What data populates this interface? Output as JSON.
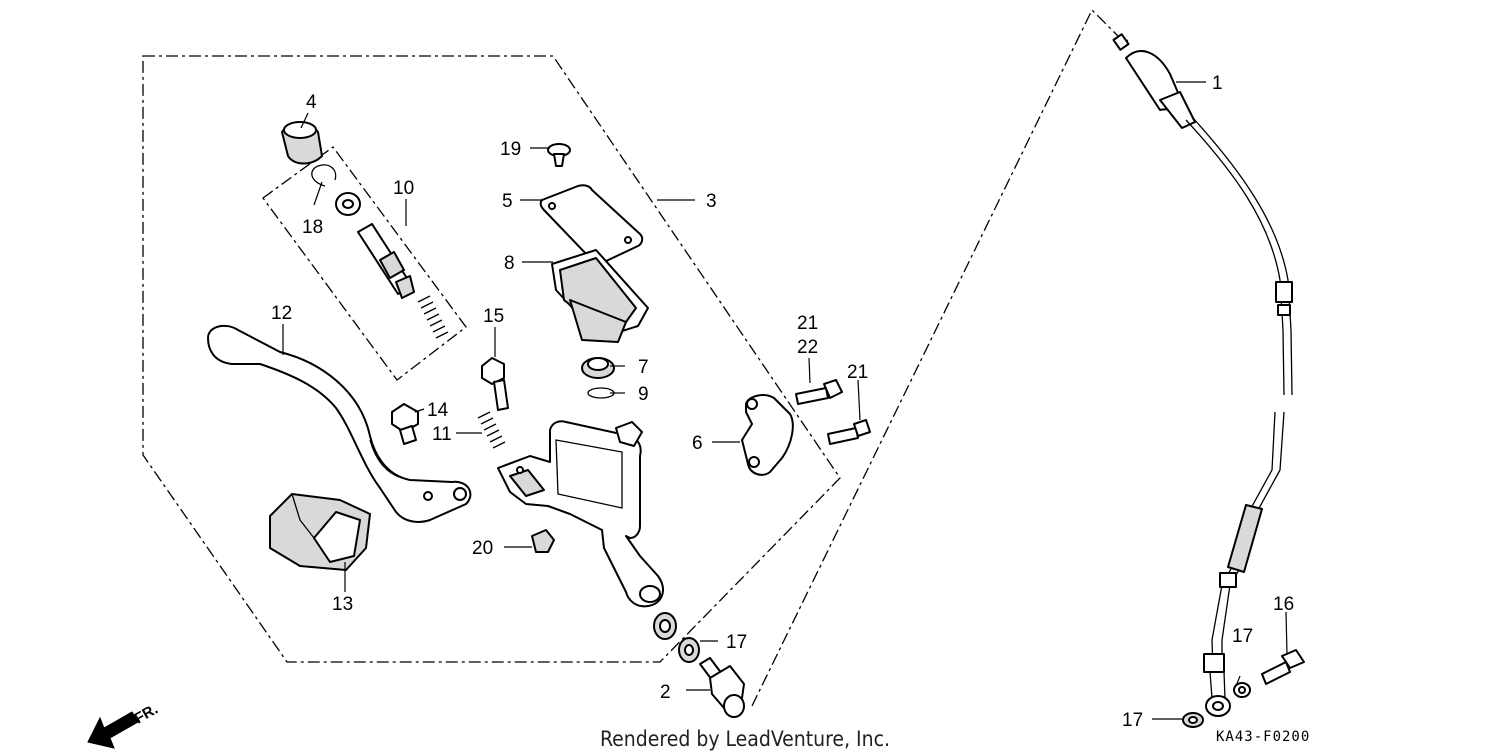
{
  "callouts": {
    "c1": "1",
    "c2": "2",
    "c3": "3",
    "c4": "4",
    "c5": "5",
    "c6": "6",
    "c7": "7",
    "c8": "8",
    "c9": "9",
    "c10": "10",
    "c11": "11",
    "c12": "12",
    "c13": "13",
    "c14": "14",
    "c15": "15",
    "c16": "16",
    "c17a": "17",
    "c17b": "17",
    "c17c": "17",
    "c18": "18",
    "c19": "19",
    "c20": "20",
    "c21a": "21",
    "c21b": "21",
    "c22": "22"
  },
  "footer": {
    "credit": "Rendered by LeadVenture, Inc.",
    "diagram_code": "KA43-F0200"
  },
  "direction": {
    "label": "FR."
  }
}
